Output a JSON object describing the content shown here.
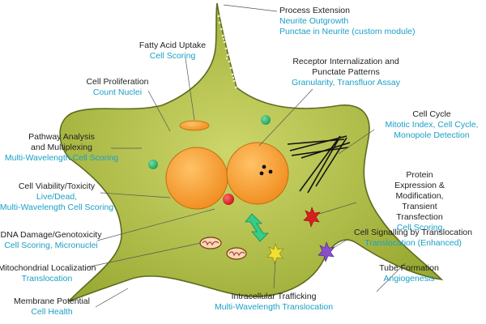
{
  "colors": {
    "cell_fill": "#b4c24a",
    "cell_stroke": "#5e6b1f",
    "nucleus": "#f5a63a",
    "title_text": "#222222",
    "sub_text": "#1aa0c6",
    "arrow": "#33cc88"
  },
  "labels": {
    "process_extension": {
      "title": "Process Extension",
      "lines": [
        "Neurite Outgrowth",
        "Punctae in Neurite (custom module)"
      ]
    },
    "fatty_acid": {
      "title": "Fatty Acid Uptake",
      "lines": [
        "Cell Scoring"
      ]
    },
    "receptor": {
      "title": "Receptor Internalization and\nPunctate Patterns",
      "lines": [
        "Granularity, Transfluor Assay"
      ]
    },
    "cell_proliferation": {
      "title": "Cell Proliferation",
      "lines": [
        "Count Nuclei"
      ]
    },
    "cell_cycle": {
      "title": "Cell Cycle",
      "lines": [
        "Mitotic Index, Cell Cycle,",
        "Monopole Detection"
      ]
    },
    "pathway": {
      "title": "Pathway Analysis\nand Multiplexing",
      "lines": [
        "Multi-Wavelength Cell Scoring"
      ]
    },
    "protein_expression": {
      "title": "Protein Expression & Modification,\nTransient Transfection",
      "lines": [
        "Cell Scoring"
      ]
    },
    "cell_viability": {
      "title": "Cell Viability/Toxicity",
      "lines": [
        "Live/Dead,",
        "Multi-Wavelength Cell Scoring"
      ]
    },
    "dna_damage": {
      "title": "DNA Damage/Genotoxicity",
      "lines": [
        "Cell Scoring, Micronuclei"
      ]
    },
    "cell_signalling": {
      "title": "Cell Signalling by Translocation",
      "lines": [
        "Translocation (Enhanced)"
      ]
    },
    "mitochondrial": {
      "title": "Mitochondrial Localization",
      "lines": [
        "Translocation"
      ]
    },
    "tube_formation": {
      "title": "Tube Formation",
      "lines": [
        "Angiogenesis"
      ]
    },
    "membrane_potential": {
      "title": "Membrane Potential",
      "lines": [
        "Cell Health"
      ]
    },
    "intracellular": {
      "title": "Intracellular Trafficking",
      "lines": [
        "Multi-Wavelength Translocation"
      ]
    }
  }
}
